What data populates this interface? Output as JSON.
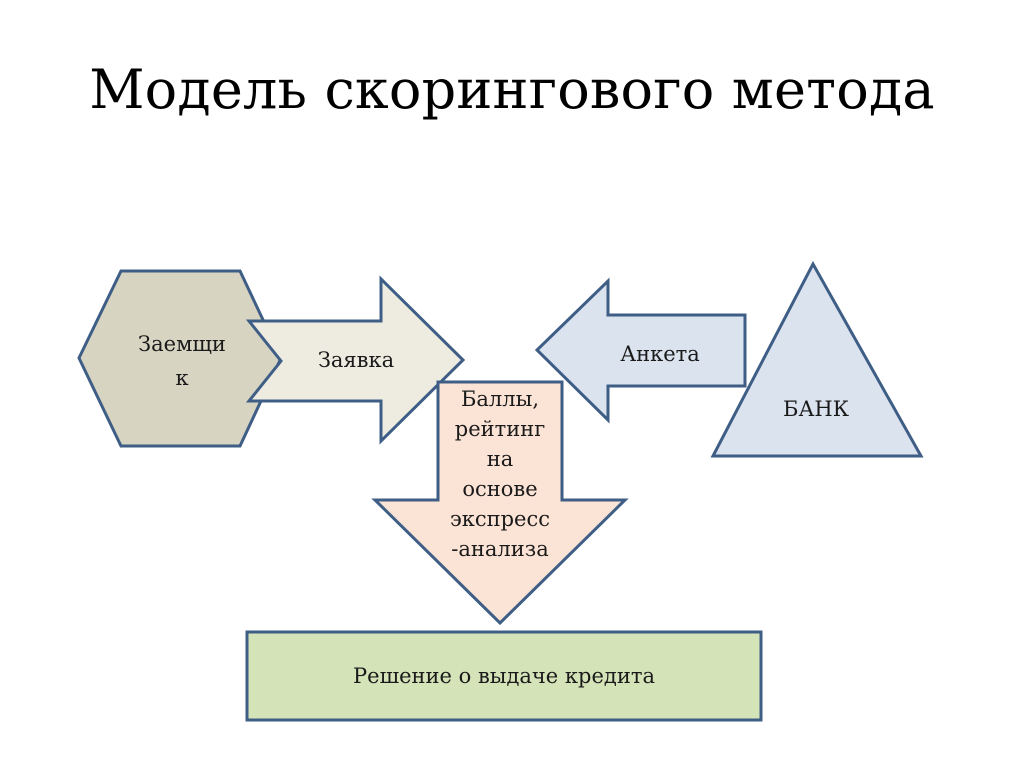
{
  "title": "Модель скорингового метода",
  "nodes": {
    "borrower": {
      "lines": [
        "Заемщи",
        "к"
      ],
      "fill": "#d7d4c2",
      "stroke": "#3f5e86"
    },
    "application": {
      "label": "Заявка",
      "fill": "#eeece1",
      "stroke": "#3f5e86"
    },
    "questionnaire": {
      "label": "Анкета",
      "fill": "#dbe3ef",
      "stroke": "#3f5e86"
    },
    "bank": {
      "label": "БАНК",
      "fill": "#dbe3ef",
      "stroke": "#3f5e86"
    },
    "scoring": {
      "lines": [
        "Баллы,",
        "рейтинг",
        "на",
        "основе",
        "экспресс",
        "-анализа"
      ],
      "fill": "#fbe4d6",
      "stroke": "#3f5e86"
    },
    "decision": {
      "label": "Решение о выдаче кредита",
      "fill": "#d5e3b8",
      "stroke": "#3f5e86"
    }
  }
}
